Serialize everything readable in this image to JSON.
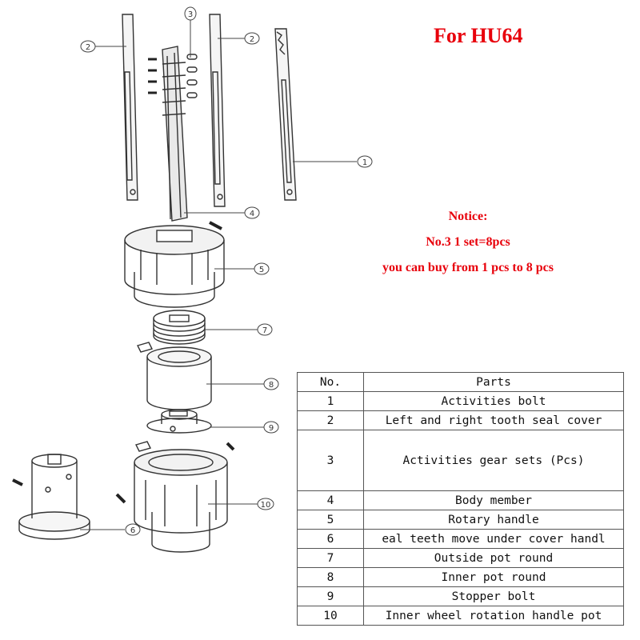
{
  "title": "For HU64",
  "notice": {
    "heading": "Notice:",
    "line1": "No.3    1 set=8pcs",
    "line2": "you can buy from 1 pcs to 8 pcs"
  },
  "callouts": [
    "1",
    "2",
    "2",
    "3",
    "4",
    "5",
    "6",
    "7",
    "8",
    "9",
    "10"
  ],
  "table": {
    "headers": [
      "No.",
      "Parts"
    ],
    "rows": [
      {
        "no": "1",
        "part": "Activities bolt"
      },
      {
        "no": "2",
        "part": "Left and right tooth seal cover"
      },
      {
        "no": "3",
        "part": "Activities gear sets (Pcs)"
      },
      {
        "no": "4",
        "part": "Body member"
      },
      {
        "no": "5",
        "part": "Rotary handle"
      },
      {
        "no": "6",
        "part": "eal teeth move under cover handl"
      },
      {
        "no": "7",
        "part": "Outside pot round"
      },
      {
        "no": "8",
        "part": "Inner pot round"
      },
      {
        "no": "9",
        "part": "Stopper bolt"
      },
      {
        "no": "10",
        "part": "Inner wheel rotation handle pot"
      }
    ]
  },
  "colors": {
    "accent": "#e8000b",
    "line": "#333333"
  }
}
